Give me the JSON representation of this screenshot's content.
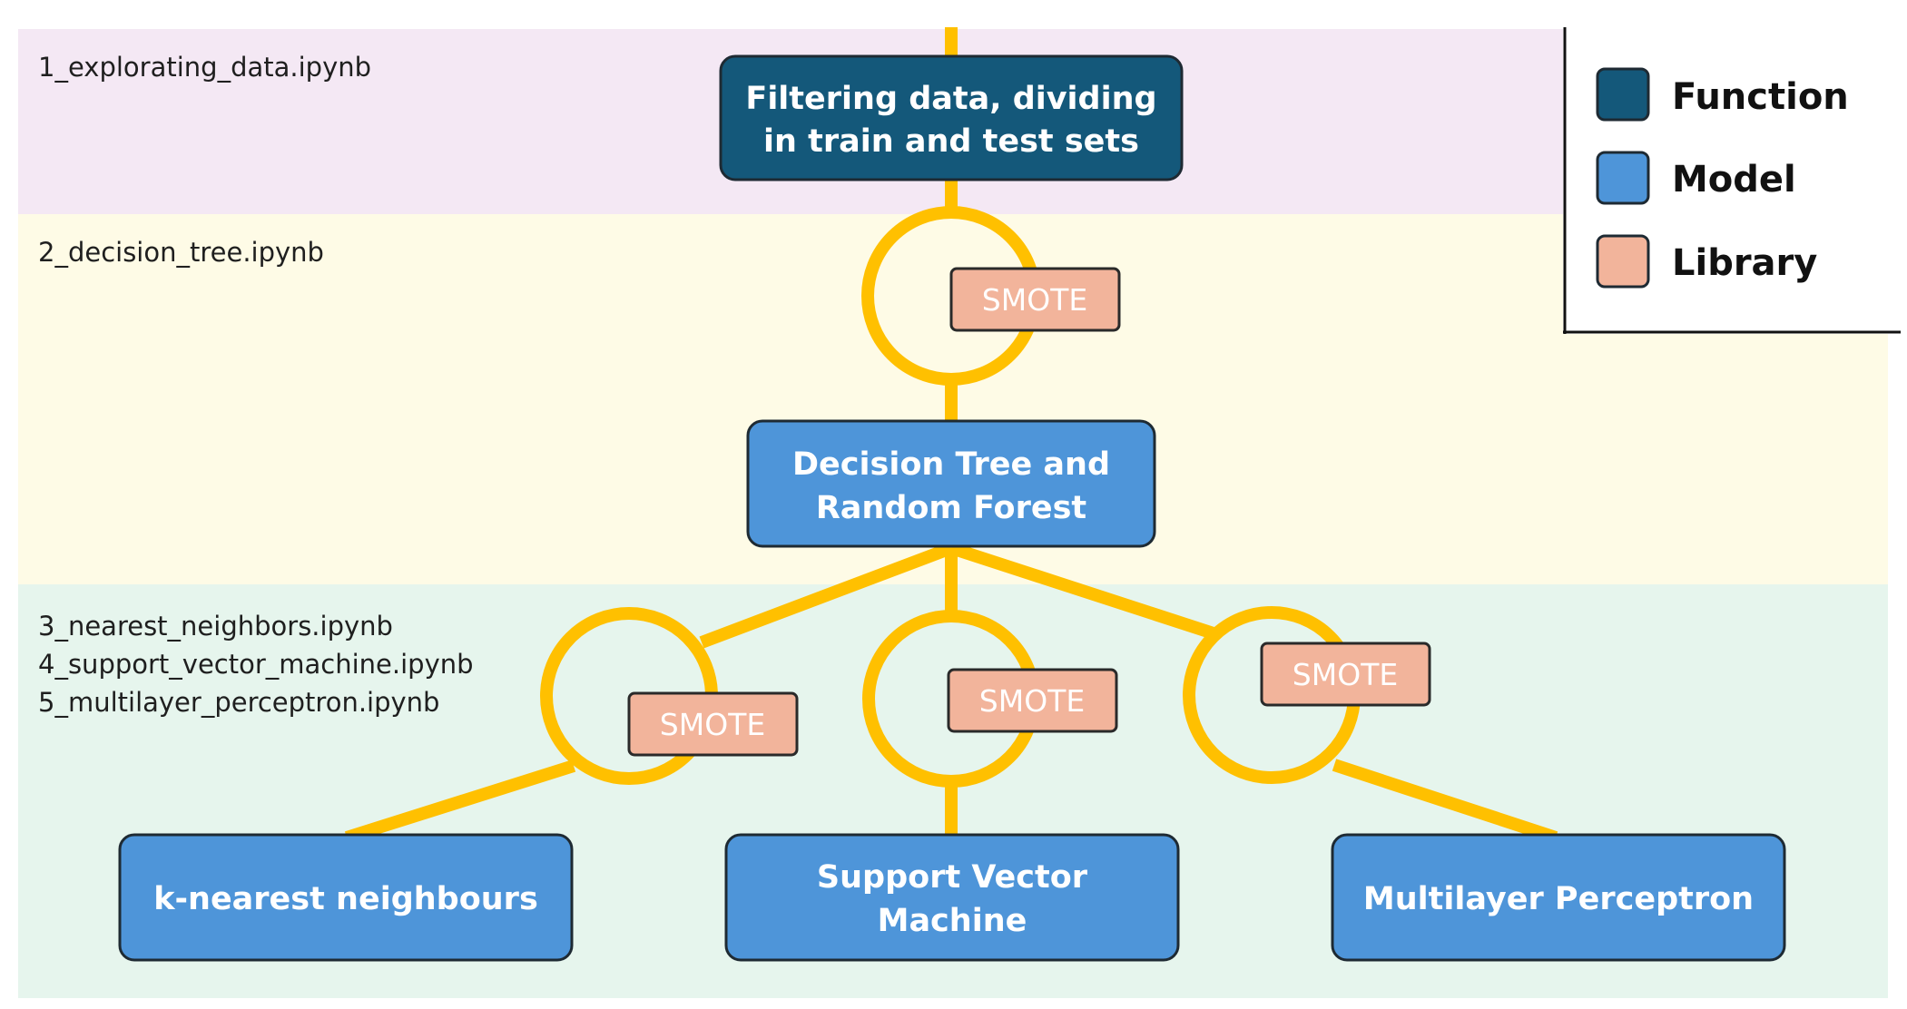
{
  "colors": {
    "function": "#14587a",
    "model": "#4e95d9",
    "library": "#f2b49b",
    "connector": "#ffc000",
    "band_1": "#f4e8f4",
    "band_2": "#fefbe6",
    "band_3": "#e6f5ed"
  },
  "notebooks": {
    "band_1": [
      "1_explorating_data.ipynb"
    ],
    "band_2": [
      "2_decision_tree.ipynb"
    ],
    "band_3": [
      "3_nearest_neighbors.ipynb",
      "4_support_vector_machine.ipynb",
      "5_multilayer_perceptron.ipynb"
    ]
  },
  "nodes": {
    "filtering": {
      "lines": [
        "Filtering data, dividing",
        "in train and test sets"
      ],
      "kind": "function"
    },
    "decision_tree": {
      "lines": [
        "Decision Tree and",
        "Random Forest"
      ],
      "kind": "model"
    },
    "knn": {
      "lines": [
        "k-nearest neighbours"
      ],
      "kind": "model"
    },
    "svm": {
      "lines": [
        "Support Vector",
        "Machine"
      ],
      "kind": "model"
    },
    "mlp": {
      "lines": [
        "Multilayer Perceptron"
      ],
      "kind": "model"
    }
  },
  "library_tags": {
    "smote_dt": "SMOTE",
    "smote_knn": "SMOTE",
    "smote_svm": "SMOTE",
    "smote_mlp": "SMOTE"
  },
  "legend": {
    "items": [
      {
        "label": "Function",
        "kind": "function"
      },
      {
        "label": "Model",
        "kind": "model"
      },
      {
        "label": "Library",
        "kind": "library"
      }
    ]
  }
}
